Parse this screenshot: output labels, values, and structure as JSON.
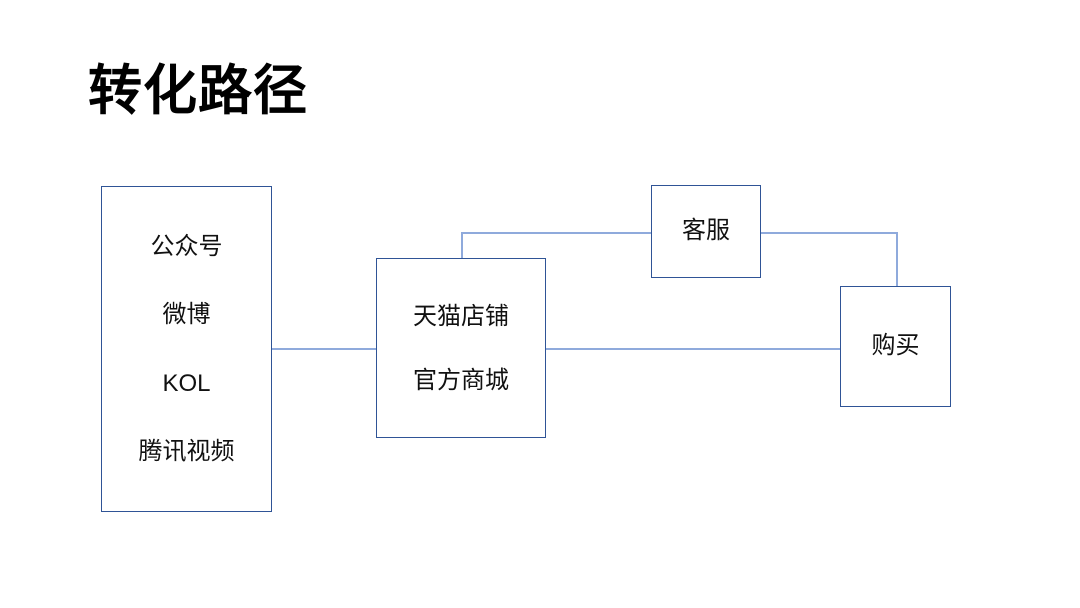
{
  "slide": {
    "title": "转化路径",
    "background_color": "#ffffff",
    "box_border_color": "#2f5496",
    "connector_color": "#8faadc",
    "text_color": "#111111"
  },
  "diagram": {
    "type": "flow",
    "nodes": [
      {
        "id": "channels",
        "labels": [
          "公众号",
          "微博",
          "KOL",
          "腾讯视频"
        ]
      },
      {
        "id": "store",
        "labels": [
          "天猫店铺",
          "官方商城"
        ]
      },
      {
        "id": "service",
        "labels": [
          "客服"
        ]
      },
      {
        "id": "purchase",
        "labels": [
          "购买"
        ]
      }
    ],
    "edges": [
      {
        "from": "channels",
        "to": "store"
      },
      {
        "from": "store",
        "to": "purchase"
      },
      {
        "from": "store",
        "to": "service"
      },
      {
        "from": "service",
        "to": "purchase"
      }
    ]
  }
}
